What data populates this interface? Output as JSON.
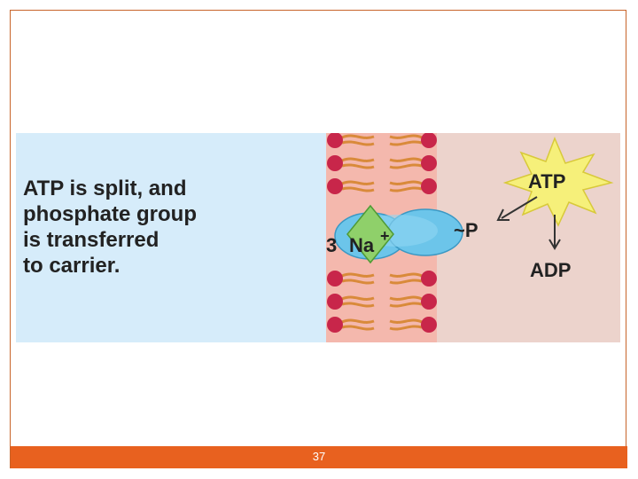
{
  "slide": {
    "number": "37"
  },
  "figure": {
    "caption_lines": [
      "ATP is split, and",
      "phosphate group",
      "is transferred",
      "to carrier."
    ],
    "ion_count": "3",
    "ion_symbol": "Na",
    "ion_charge": "+",
    "phosphate_label": "~P",
    "atp_label": "ATP",
    "adp_label": "ADP"
  },
  "colors": {
    "frame_border": "#c8642a",
    "footer": "#e8611f",
    "extracellular": "#d6ecfa",
    "cytoplasm": "#ecd3cc",
    "membrane": "#f4b8ad",
    "head": "#c8264a",
    "tail": "#d98a3a",
    "carrier": "#6cc5ea",
    "sodium": "#8fd06a",
    "atp_burst": "#f6f07a"
  }
}
